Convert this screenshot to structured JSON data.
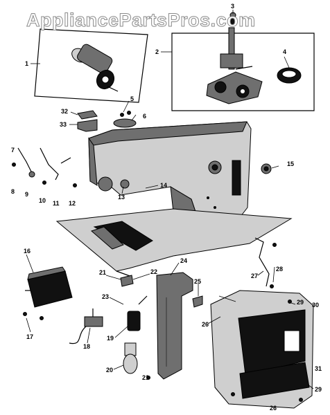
{
  "watermark": "AppliancePartsPros.com",
  "callouts": [
    {
      "id": "c1",
      "label": "1"
    },
    {
      "id": "c2",
      "label": "2"
    },
    {
      "id": "c3",
      "label": "3"
    },
    {
      "id": "c4",
      "label": "4"
    },
    {
      "id": "c5",
      "label": "5"
    },
    {
      "id": "c6",
      "label": "6"
    },
    {
      "id": "c7",
      "label": "7"
    },
    {
      "id": "c8",
      "label": "8"
    },
    {
      "id": "c9",
      "label": "9"
    },
    {
      "id": "c10",
      "label": "10"
    },
    {
      "id": "c11",
      "label": "11"
    },
    {
      "id": "c12",
      "label": "12"
    },
    {
      "id": "c13",
      "label": "13"
    },
    {
      "id": "c14",
      "label": "14"
    },
    {
      "id": "c15",
      "label": "15"
    },
    {
      "id": "c16",
      "label": "16"
    },
    {
      "id": "c17",
      "label": "17"
    },
    {
      "id": "c18",
      "label": "18"
    },
    {
      "id": "c19",
      "label": "19"
    },
    {
      "id": "c20",
      "label": "20"
    },
    {
      "id": "c21a",
      "label": "21"
    },
    {
      "id": "c21b",
      "label": "21"
    },
    {
      "id": "c22",
      "label": "22"
    },
    {
      "id": "c23",
      "label": "23"
    },
    {
      "id": "c24",
      "label": "24"
    },
    {
      "id": "c25",
      "label": "25"
    },
    {
      "id": "c26a",
      "label": "26"
    },
    {
      "id": "c26b",
      "label": "26"
    },
    {
      "id": "c27",
      "label": "27"
    },
    {
      "id": "c28",
      "label": "28"
    },
    {
      "id": "c29a",
      "label": "29"
    },
    {
      "id": "c29b",
      "label": "29"
    },
    {
      "id": "c30",
      "label": "30"
    },
    {
      "id": "c31",
      "label": "31"
    },
    {
      "id": "c32",
      "label": "32"
    },
    {
      "id": "c33",
      "label": "33"
    }
  ]
}
